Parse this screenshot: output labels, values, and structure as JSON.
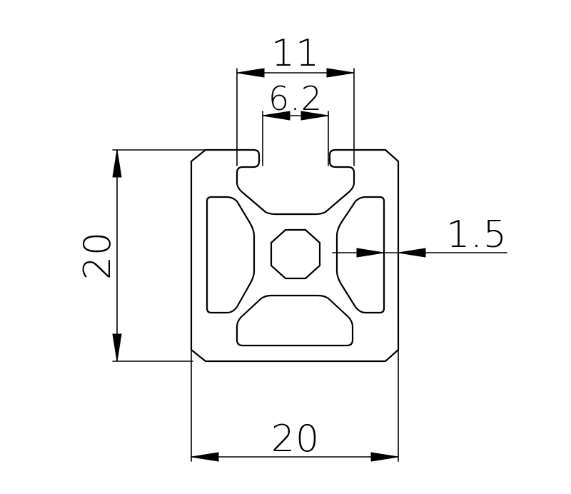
{
  "dimensions": {
    "slot_outer_width": "11",
    "slot_opening_width": "6.2",
    "wall_thickness": "1.5",
    "profile_height": "20",
    "profile_width": "20"
  }
}
